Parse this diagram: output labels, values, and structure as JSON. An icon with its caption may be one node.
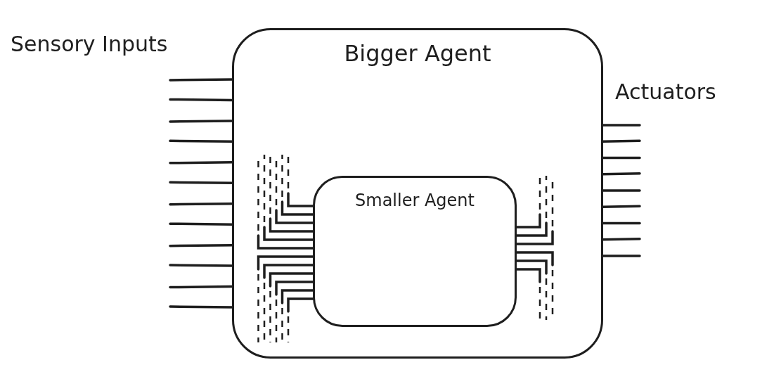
{
  "diagram": {
    "nodes": [
      {
        "text": [
          "Bigger Agent"
        ]
      },
      {
        "text": [
          "Smaller Agent"
        ],
        "in": 0
      }
    ],
    "edges": [
      {
        "from": null,
        "to": 0,
        "arrow": "none"
      },
      {
        "from": null,
        "to": 0,
        "arrow": "none"
      },
      {
        "from": null,
        "to": 0,
        "arrow": "none"
      },
      {
        "from": null,
        "to": 0,
        "arrow": "none"
      },
      {
        "from": null,
        "to": 0,
        "arrow": "none"
      },
      {
        "from": null,
        "to": 0,
        "arrow": "none"
      },
      {
        "from": null,
        "to": 0,
        "arrow": "none"
      },
      {
        "from": null,
        "to": 0,
        "arrow": "none"
      },
      {
        "from": null,
        "to": 0,
        "arrow": "none"
      },
      {
        "from": null,
        "to": 0,
        "arrow": "none"
      },
      {
        "from": null,
        "to": 0,
        "arrow": "none"
      },
      {
        "from": null,
        "to": 0,
        "arrow": "none"
      },
      {
        "from": 0,
        "to": null,
        "arrow": "none"
      },
      {
        "from": 0,
        "to": null,
        "arrow": "none"
      },
      {
        "from": 0,
        "to": null,
        "arrow": "none"
      },
      {
        "from": 0,
        "to": null,
        "arrow": "none"
      },
      {
        "from": 0,
        "to": null,
        "arrow": "none"
      },
      {
        "from": 0,
        "to": null,
        "arrow": "none"
      },
      {
        "from": 0,
        "to": null,
        "arrow": "none"
      },
      {
        "from": 0,
        "to": null,
        "arrow": "none"
      },
      {
        "from": 0,
        "to": null,
        "arrow": "none"
      },
      {
        "from": null,
        "to": 1,
        "arrow": "none"
      },
      {
        "from": null,
        "to": 1,
        "arrow": "none"
      },
      {
        "from": null,
        "to": 1,
        "arrow": "none"
      },
      {
        "from": null,
        "to": 1,
        "arrow": "none"
      },
      {
        "from": null,
        "to": 1,
        "arrow": "none"
      },
      {
        "from": null,
        "to": 1,
        "arrow": "none"
      },
      {
        "from": null,
        "to": 1,
        "arrow": "none"
      },
      {
        "from": null,
        "to": 1,
        "arrow": "none"
      },
      {
        "from": null,
        "to": 1,
        "arrow": "none"
      },
      {
        "from": null,
        "to": 1,
        "arrow": "none"
      },
      {
        "from": null,
        "to": 1,
        "arrow": "none"
      },
      {
        "from": null,
        "to": 1,
        "arrow": "none"
      },
      {
        "from": 1,
        "to": null,
        "arrow": "none"
      },
      {
        "from": 1,
        "to": null,
        "arrow": "none"
      },
      {
        "from": 1,
        "to": null,
        "arrow": "none"
      },
      {
        "from": 1,
        "to": null,
        "arrow": "none"
      },
      {
        "from": 1,
        "to": null,
        "arrow": "none"
      },
      {
        "from": 1,
        "to": null,
        "arrow": "none"
      }
    ],
    "labels": [
      "Sensory Inputs",
      "Actuators"
    ]
  }
}
